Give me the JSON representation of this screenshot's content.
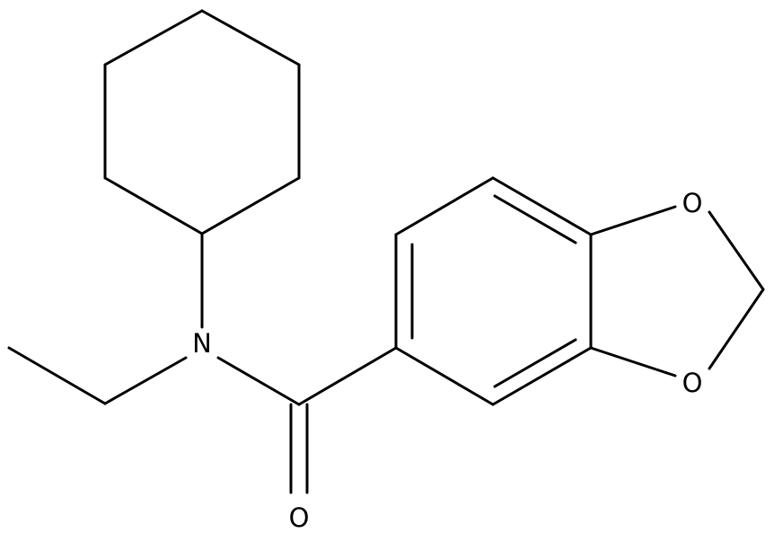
{
  "molecule": {
    "atom_labels": {
      "nitrogen": "N",
      "carbonyl_oxygen": "O",
      "dioxole_oxygen_top": "O",
      "dioxole_oxygen_bottom": "O"
    },
    "colors": {
      "bond": "#000000",
      "label": "#000000",
      "background": "#ffffff"
    }
  }
}
